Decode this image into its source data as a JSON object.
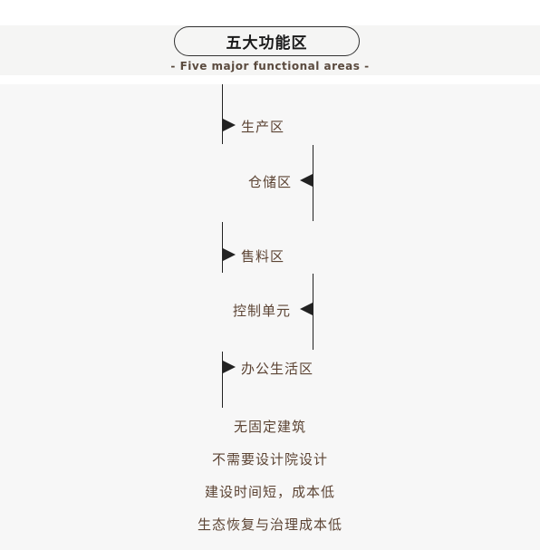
{
  "header": {
    "title": "五大功能区",
    "subtitle": "- Five major functional areas -"
  },
  "zones": [
    {
      "label": "生产区"
    },
    {
      "label": "仓储区"
    },
    {
      "label": "售料区"
    },
    {
      "label": "控制单元"
    },
    {
      "label": "办公生活区"
    }
  ],
  "features": [
    "无固定建筑",
    "不需要设计院设计",
    "建设时间短，成本低",
    "生态恢复与治理成本低"
  ]
}
